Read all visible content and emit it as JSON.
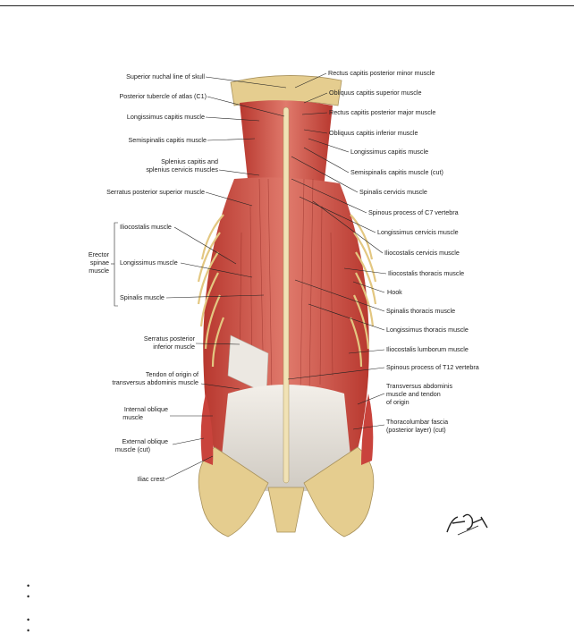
{
  "labels_left": [
    "Superior nuchal line of skull",
    "Posterior tubercle of atlas (C1)",
    "Longissimus capitis muscle",
    "Semispinalis capitis muscle",
    "Splenius capitis and",
    "splenius cervicis muscles",
    "Serratus posterior superior muscle",
    "Iliocostalis muscle",
    "Erector",
    "spinae",
    "muscle",
    "Longissimus muscle",
    "Spinalis muscle",
    "Serratus posterior",
    "inferior muscle",
    "Tendon of origin of",
    "transversus abdominis muscle",
    "Internal oblique",
    "muscle",
    "External oblique",
    "muscle (cut)",
    "Iliac crest"
  ],
  "labels_right": [
    "Rectus capitis posterior minor muscle",
    "Obliquus capitis superior muscle",
    "Rectus capitis posterior major muscle",
    "Obliquus capitis inferior muscle",
    "Longissimus capitis muscle",
    "Semispinalis capitis muscle (cut)",
    "Spinalis cervicis muscle",
    "Spinous process of C7 vertebra",
    "Longissimus cervicis muscle",
    "Iliocostalis cervicis muscle",
    "Iliocostalis thoracis muscle",
    "Hook",
    "Spinalis thoracis muscle",
    "Longissimus thoracis muscle",
    "Iliocostalis lumborum muscle",
    "Spinous process of T12 vertebra",
    "Transversus abdominis",
    "muscle and tendon",
    "of origin",
    "Thoracolumbar fascia",
    "(posterior layer) (cut)"
  ],
  "signature": "F. Netter",
  "colors": {
    "muscle": "#c9433c",
    "muscle_light": "#e58a7d",
    "bone": "#e9d59a",
    "tendon": "#e8e6e1",
    "line": "#222222"
  }
}
